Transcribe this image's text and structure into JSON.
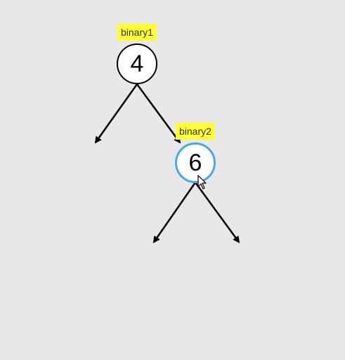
{
  "tree": {
    "root": {
      "value": "4",
      "tag": "binary1"
    },
    "right_child": {
      "value": "6",
      "tag": "binary2",
      "selected": true
    }
  },
  "colors": {
    "background": "#e8e8e8",
    "tag_background": "#ffff33",
    "selected_border": "#4aa8e0"
  },
  "icons": {
    "pointer": "mouse-pointer-icon"
  }
}
